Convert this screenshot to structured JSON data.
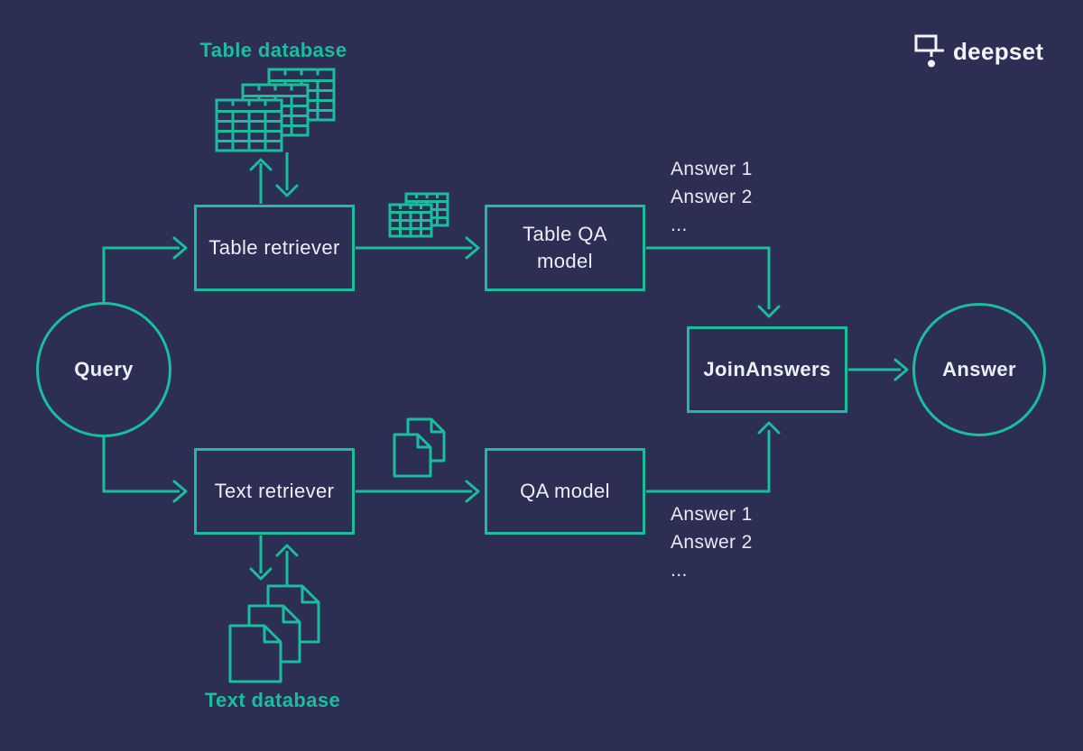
{
  "colors": {
    "background": "#2c2e53",
    "accent_teal": "#1abe9d",
    "text_white": "#edeff5",
    "logo_white": "#f3f4f8"
  },
  "logo": {
    "brand": "deepset"
  },
  "nodes": {
    "query": "Query",
    "table_retriever": "Table retriever",
    "table_qa_model": [
      "Table QA",
      "model"
    ],
    "qa_model": "QA model",
    "join_answers": "JoinAnswers",
    "answer": "Answer"
  },
  "labels": {
    "table_database": "Table database",
    "text_database": "Text database"
  },
  "answers_top": {
    "line1": "Answer 1",
    "line2": "Answer 2",
    "line3": "..."
  },
  "answers_bottom": {
    "line1": "Answer 1",
    "line2": "Answer 2",
    "line3": "..."
  },
  "icons": [
    "deepset-logo-icon",
    "table-stack-icon",
    "table-pair-icon",
    "document-pair-icon",
    "document-stack-icon",
    "arrow-icons"
  ]
}
